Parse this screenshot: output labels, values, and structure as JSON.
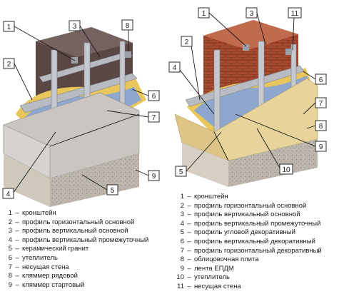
{
  "left_diagram": {
    "callouts": [
      "1",
      "3",
      "8",
      "2",
      "6",
      "7",
      "4",
      "9",
      "5"
    ],
    "legend": [
      {
        "num": "1",
        "text": "кронштейн"
      },
      {
        "num": "2",
        "text": "профиль горизонтальный основной"
      },
      {
        "num": "3",
        "text": "профиль вертикальный основной"
      },
      {
        "num": "4",
        "text": "профиль вертикальный промежуточный"
      },
      {
        "num": "5",
        "text": "керамический гранит"
      },
      {
        "num": "6",
        "text": "утеплитель"
      },
      {
        "num": "7",
        "text": "несущая стена"
      },
      {
        "num": "8",
        "text": "кляммер рядовой"
      },
      {
        "num": "9",
        "text": "кляммер стартовый"
      }
    ]
  },
  "right_diagram": {
    "callouts": [
      "1",
      "3",
      "11",
      "2",
      "6",
      "4",
      "9",
      "7",
      "8",
      "5",
      "10"
    ],
    "legend": [
      {
        "num": "1",
        "text": "кронштейн"
      },
      {
        "num": "2",
        "text": "профиль горизонтальный основной"
      },
      {
        "num": "3",
        "text": "профиль вертикальный основной"
      },
      {
        "num": "4",
        "text": "профиль вертикальный промежуточный"
      },
      {
        "num": "5",
        "text": "профиль угловой декоративный"
      },
      {
        "num": "6",
        "text": "профиль вертикальный декоративный"
      },
      {
        "num": "7",
        "text": "профиль горизонтальный декоративный"
      },
      {
        "num": "8",
        "text": "облицовочная плита"
      },
      {
        "num": "9",
        "text": "лента ЕПДМ"
      },
      {
        "num": "10",
        "text": "утеплитель"
      },
      {
        "num": "11",
        "text": "несущая стена"
      }
    ]
  },
  "colors": {
    "concrete_dark": "#5a4744",
    "brick": "#a84a30",
    "insulation_yellow": "#e8c65a",
    "insulation_blue": "#8ea7cf",
    "metal": "#b8bcc2",
    "granite": "#c9c6c2",
    "plinth": "#bdb6ac",
    "composite_beige": "#e8d39a"
  }
}
